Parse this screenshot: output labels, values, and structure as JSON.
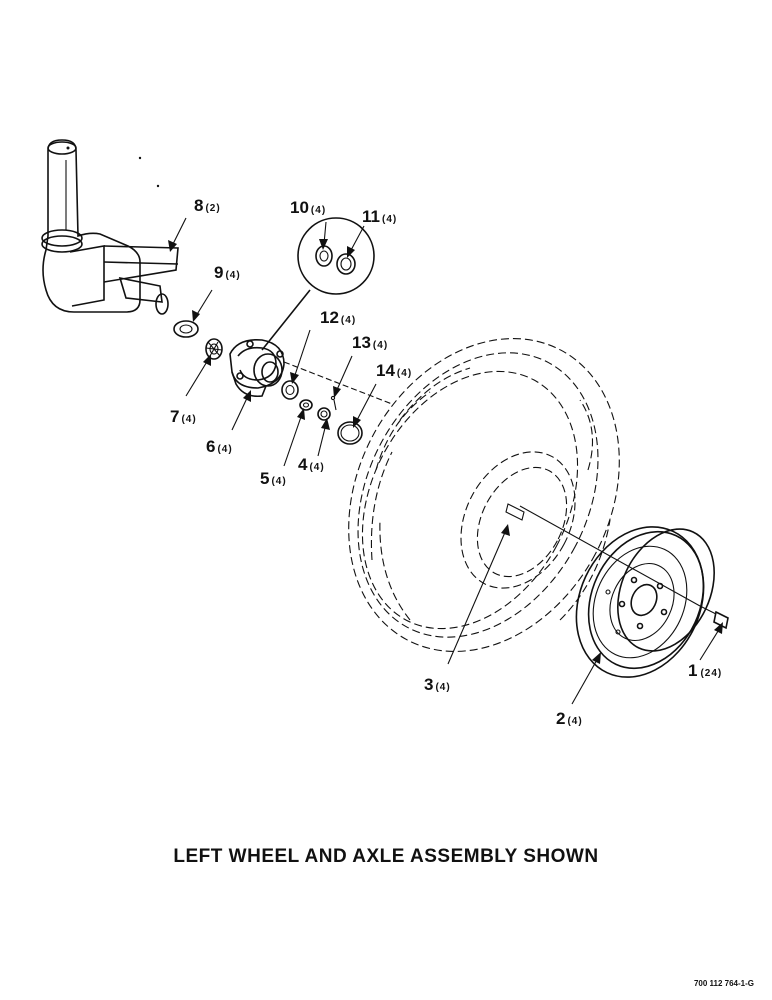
{
  "caption": "LEFT WHEEL AND AXLE ASSEMBLY SHOWN",
  "document_number": "700 112 764-1-G",
  "callouts": [
    {
      "number": "1",
      "qty": "(24)"
    },
    {
      "number": "2",
      "qty": "(4)"
    },
    {
      "number": "3",
      "qty": "(4)"
    },
    {
      "number": "4",
      "qty": "(4)"
    },
    {
      "number": "5",
      "qty": "(4)"
    },
    {
      "number": "6",
      "qty": "(4)"
    },
    {
      "number": "7",
      "qty": "(4)"
    },
    {
      "number": "8",
      "qty": "(2)"
    },
    {
      "number": "9",
      "qty": "(4)"
    },
    {
      "number": "10",
      "qty": "(4)"
    },
    {
      "number": "11",
      "qty": "(4)"
    },
    {
      "number": "12",
      "qty": "(4)"
    },
    {
      "number": "13",
      "qty": "(4)"
    },
    {
      "number": "14",
      "qty": "(4)"
    }
  ]
}
